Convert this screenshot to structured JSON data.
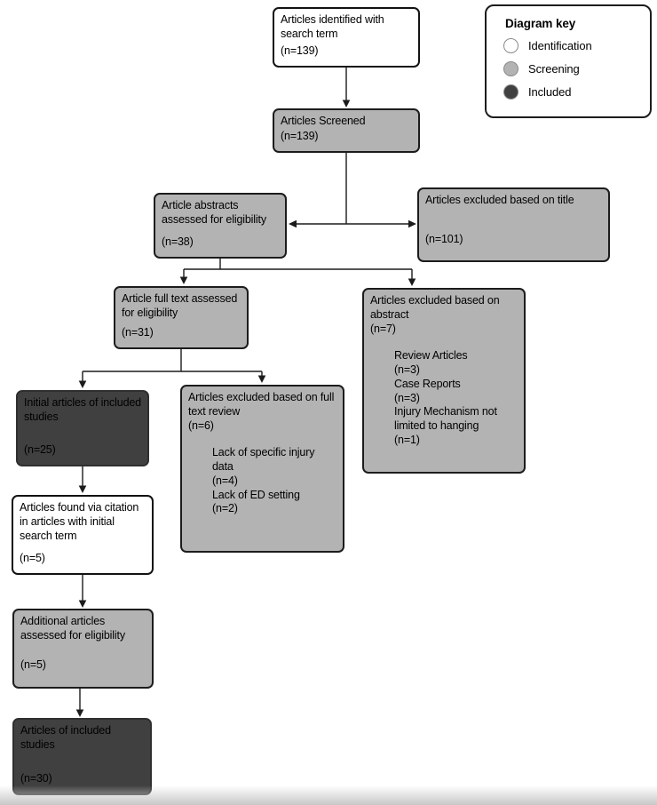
{
  "colors": {
    "identification": "#ffffff",
    "screening": "#b3b3b3",
    "included": "#404040",
    "line": "#1b1b1b"
  },
  "key": {
    "title": "Diagram key",
    "items": [
      {
        "label": "Identification",
        "color": "#ffffff"
      },
      {
        "label": "Screening",
        "color": "#b3b3b3"
      },
      {
        "label": "Included",
        "color": "#404040"
      }
    ]
  },
  "boxes": {
    "identified": {
      "title": "Articles identified with search term",
      "count": "(n=139)",
      "stage": "Identification"
    },
    "screened": {
      "title": "Articles Screened",
      "count": "(n=139)",
      "stage": "Screening"
    },
    "abstracts": {
      "title": "Article abstracts assessed for eligibility",
      "count": "(n=38)",
      "stage": "Screening"
    },
    "excluded_title": {
      "title": "Articles excluded based on title",
      "count": "(n=101)",
      "stage": "Screening"
    },
    "fulltext": {
      "title": "Article full text assessed for eligibility",
      "count": "(n=31)",
      "stage": "Screening"
    },
    "excluded_abstract": {
      "title": "Articles excluded based on abstract",
      "count": "(n=7)",
      "stage": "Screening",
      "items": [
        {
          "label": "Review Articles",
          "count": "(n=3)"
        },
        {
          "label": "Case Reports",
          "count": "(n=3)"
        },
        {
          "label": "Injury Mechanism not limited to hanging",
          "count": "(n=1)"
        }
      ]
    },
    "initial_included": {
      "title": "Initial articles of included studies",
      "count": "(n=25)",
      "stage": "Included"
    },
    "excluded_fulltext": {
      "title": "Articles excluded based on full text review",
      "count": "(n=6)",
      "stage": "Screening",
      "items": [
        {
          "label": "Lack of specific injury data",
          "count": "(n=4)"
        },
        {
          "label": "Lack of ED setting",
          "count": "(n=2)"
        }
      ]
    },
    "citation": {
      "title": "Articles found via citation in articles with initial search term",
      "count": "(n=5)",
      "stage": "Identification"
    },
    "additional": {
      "title": "Additional articles assessed for eligibility",
      "count": "(n=5)",
      "stage": "Screening"
    },
    "final_included": {
      "title": "Articles of included studies",
      "count": "(n=30)",
      "stage": "Included"
    }
  }
}
